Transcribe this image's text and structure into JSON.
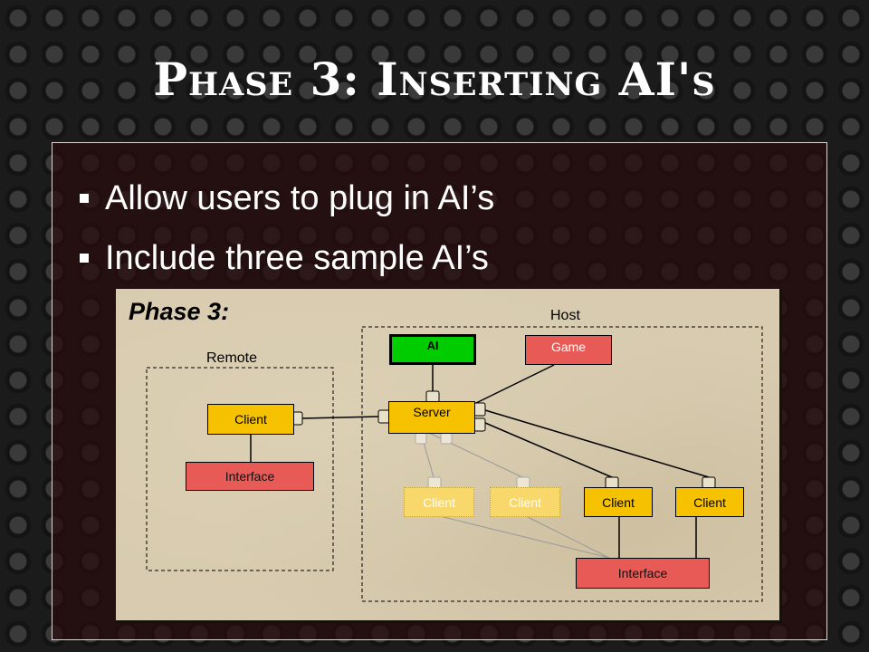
{
  "slide": {
    "title": "Phase 3: Inserting AI's",
    "bullets": [
      {
        "text": "Allow users to plug in AI’s"
      },
      {
        "text": "Include three sample AI’s"
      }
    ]
  },
  "diagram": {
    "title": "Phase 3:",
    "regions": {
      "remote": "Remote",
      "host": "Host"
    },
    "components": {
      "ai": "AI",
      "game": "Game",
      "server": "Server",
      "remote_client": "Client",
      "remote_interface": "Interface",
      "host_clients": [
        "Client",
        "Client",
        "Client",
        "Client"
      ],
      "host_interface": "Interface"
    },
    "colors": {
      "client": "#f6c200",
      "interface": "#e85a55",
      "ai": "#00cc00",
      "background": "#d8cbb0"
    }
  }
}
